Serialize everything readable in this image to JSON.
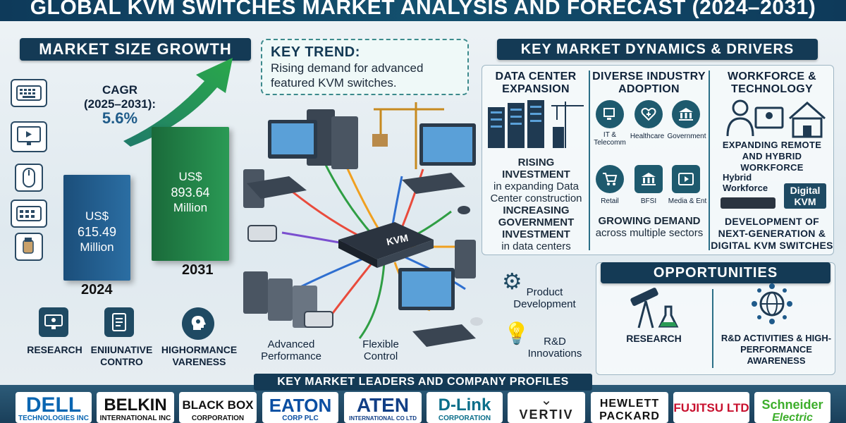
{
  "title": "GLOBAL KVM SWITCHES MARKET ANALYSIS AND FORECAST (2024–2031)",
  "market_size": {
    "heading": "MARKET SIZE GROWTH",
    "cagr_label": "CAGR",
    "cagr_period": "(2025–2031):",
    "cagr_value": "5.6%",
    "bar_2024": {
      "amount": "US$",
      "value": "615.49",
      "unit": "Million",
      "year": "2024"
    },
    "bar_2031": {
      "amount": "US$",
      "value": "893.64",
      "unit": "Million",
      "year": "2031"
    }
  },
  "key_trend": {
    "title": "KEY TREND:",
    "text": "Rising demand for advanced featured KVM switches."
  },
  "bottom_left": [
    {
      "label": "RESEARCH"
    },
    {
      "label": "ENIIUNATIVE CONTRO"
    },
    {
      "label": "HIGHORMANCE VARENESS"
    }
  ],
  "diagram": {
    "hub": "KVM",
    "advanced": "Advanced Performance",
    "flexible": "Flexible Control",
    "product": "Product Development",
    "rnd": "R&D Innovations"
  },
  "dynamics": {
    "heading": "KEY MARKET DYNAMICS & DRIVERS",
    "col1": {
      "head": "DATA CENTER EXPANSION",
      "rising_bold": "RISING INVESTMENT",
      "rising_text": "in expanding Data Center construction",
      "gov_bold": "INCREASING GOVERNMENT INVESTMENT",
      "gov_text": "in data centers"
    },
    "col2": {
      "head": "DIVERSE INDUSTRY ADOPTION",
      "sectors": [
        "IT & Telecomm",
        "Healthcare",
        "Government",
        "Retail",
        "BFSI",
        "Media & Ent"
      ],
      "growing_bold": "GROWING DEMAND",
      "growing_text": "across multiple sectors"
    },
    "col3": {
      "head": "WORKFORCE & TECHNOLOGY",
      "remote": "EXPANDING REMOTE AND HYBRID WORKFORCE",
      "hybrid": "Hybrid Workforce",
      "digital": "Digital KVM",
      "dev": "DEVELOPMENT OF NEXT-GENERATION & DIGITAL KVM SWITCHES"
    }
  },
  "opportunities": {
    "heading": "OPPORTUNITIES",
    "research": "RESEARCH",
    "rnd": "R&D ACTIVITIES & HIGH-PERFORMANCE AWARENESS"
  },
  "leaders": {
    "heading": "KEY MARKET LEADERS AND COMPANY PROFILES",
    "logos": [
      {
        "main": "DELL",
        "sub": "TECHNOLOGIES INC",
        "color": "#0a66b2"
      },
      {
        "main": "BELKIN",
        "sub": "INTERNATIONAL INC",
        "color": "#111111"
      },
      {
        "main": "BLACK BOX",
        "sub": "CORPORATION",
        "color": "#111111"
      },
      {
        "main": "EATON",
        "sub": "CORP PLC",
        "color": "#0a4ea2"
      },
      {
        "main": "ATEN",
        "sub": "INTERNATIONAL CO LTD",
        "color": "#123f86"
      },
      {
        "main": "D-Link",
        "sub": "CORPORATION",
        "color": "#0a6e8a"
      },
      {
        "main": "VERTIV",
        "sub": "",
        "color": "#222222"
      },
      {
        "main": "HEWLETT",
        "sub": "PACKARD",
        "color": "#111111"
      },
      {
        "main": "FUJITSU LTD",
        "sub": "",
        "color": "#c8102e"
      },
      {
        "main": "Schneider",
        "sub": "Electric",
        "color": "#3dae2b"
      }
    ]
  },
  "colors": {
    "navy": "#143a55",
    "teal": "#1e5a6e",
    "green_bar": "#1e7a3c",
    "blue_bar": "#1f5a8a"
  }
}
